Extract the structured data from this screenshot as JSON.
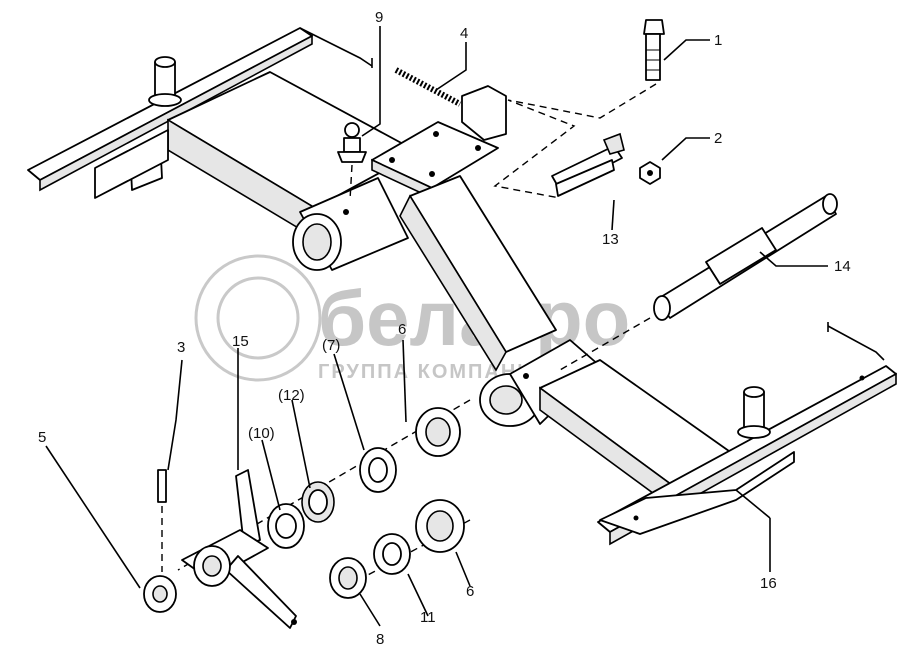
{
  "watermark": {
    "brand": "белагро",
    "subtitle": "ГРУППА КОМПАНИИ"
  },
  "callouts": [
    {
      "id": "c1",
      "text": "1"
    },
    {
      "id": "c2",
      "text": "2"
    },
    {
      "id": "c3",
      "text": "3"
    },
    {
      "id": "c4",
      "text": "4"
    },
    {
      "id": "c5",
      "text": "5"
    },
    {
      "id": "c6a",
      "text": "6"
    },
    {
      "id": "c6b",
      "text": "6"
    },
    {
      "id": "c7",
      "text": "(7)"
    },
    {
      "id": "c8",
      "text": "8"
    },
    {
      "id": "c9",
      "text": "9"
    },
    {
      "id": "c10",
      "text": "(10)"
    },
    {
      "id": "c11",
      "text": "11"
    },
    {
      "id": "c12",
      "text": "(12)"
    },
    {
      "id": "c13",
      "text": "13"
    },
    {
      "id": "c14",
      "text": "14"
    },
    {
      "id": "c15",
      "text": "15"
    },
    {
      "id": "c16",
      "text": "16"
    }
  ]
}
